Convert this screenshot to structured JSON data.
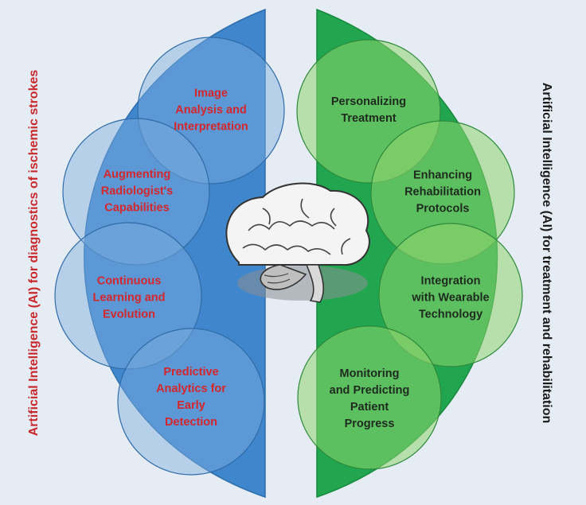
{
  "titles": {
    "left": "Artificial Intelligence (AI) for diagnostics of ischemic strokes",
    "right": "Artificial Intelligence (AI) for treatment and rehabilitation"
  },
  "left_items": [
    "Image\nAnalysis and\nInterpretation",
    "Augmenting\nRadiologist's\nCapabilities",
    "Continuous\nLearning and\nEvolution",
    "Predictive\nAnalytics for\nEarly\nDetection"
  ],
  "right_items": [
    "Personalizing\nTreatment",
    "Enhancing\nRehabilitation\nProtocols",
    "Integration\nwith Wearable\nTechnology",
    "Monitoring\nand Predicting\nPatient\nProgress"
  ],
  "icons": [
    "brain-icon"
  ],
  "colors": {
    "background": "#e6ecf3",
    "left_shape": "#3f86cc",
    "right_shape": "#21a64f",
    "left_text": "#d6262b",
    "right_text": "#1e2a1e"
  }
}
